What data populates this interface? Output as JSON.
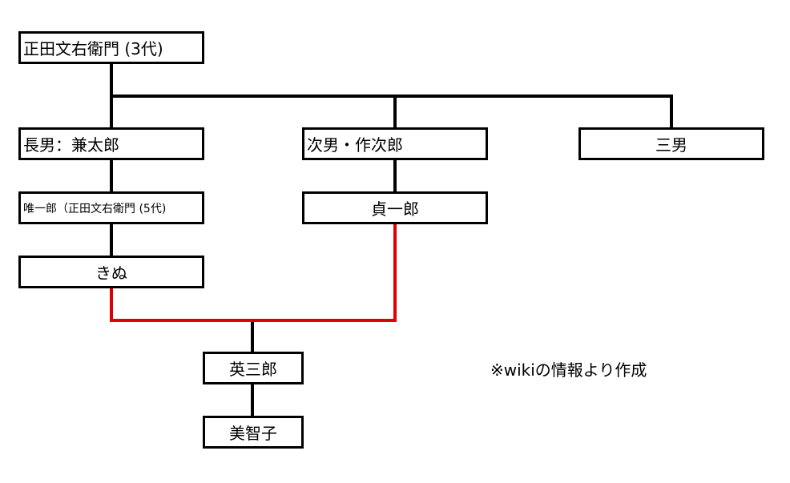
{
  "diagram": {
    "nodes": {
      "founder": "正田文右衛門 (3代)",
      "first_son": "長男：兼太郎",
      "second_son": "次男・作次郎",
      "third_son": "三男",
      "yuichiro": "唯一郎（正田文右衛門 (5代)",
      "teiichiro": "貞一郎",
      "kinu": "きぬ",
      "eizaburo": "英三郎",
      "michiko": "美智子"
    },
    "note": "※wikiの情報より作成",
    "colors": {
      "line": "#000000",
      "marriage_line": "#e00000",
      "box_border": "#000000",
      "box_fill": "#ffffff"
    }
  }
}
